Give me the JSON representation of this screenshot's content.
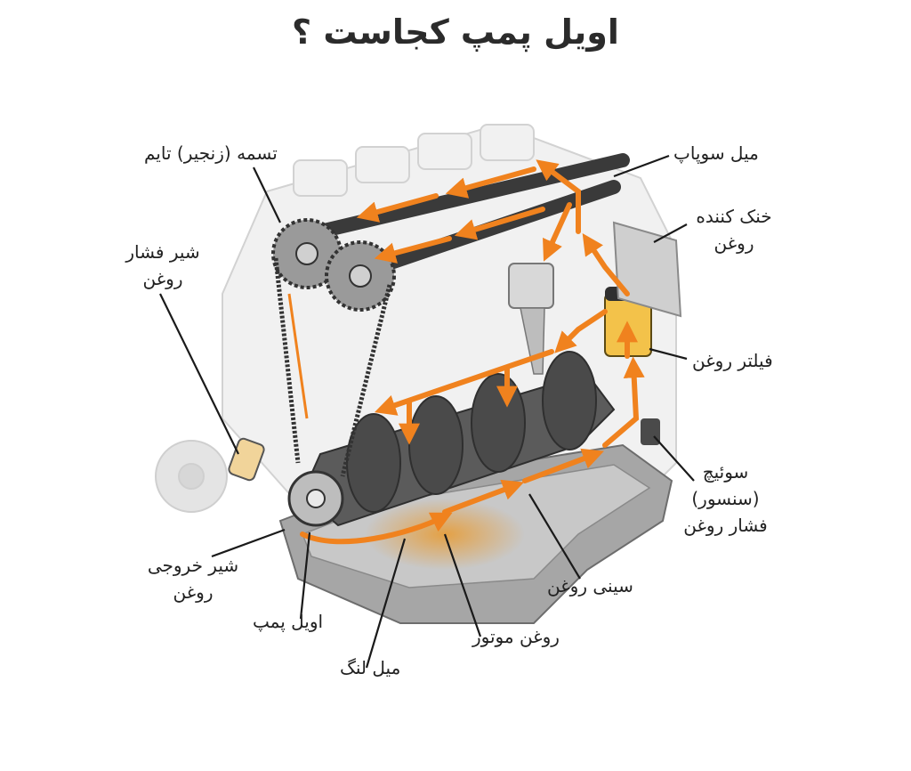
{
  "title": "اویل پمپ کجاست ؟",
  "labels": {
    "timing_belt": "تسمه (زنجیر) تایم",
    "camshaft": "میل سوپاپ",
    "oil_cooler_1": "خنک کننده",
    "oil_cooler_2": "روغن",
    "pressure_valve_1": "شیر فشار",
    "pressure_valve_2": "روغن",
    "oil_filter": "فیلتر روغن",
    "sensor_1": "سوئیچ",
    "sensor_2": "(سنسور)",
    "sensor_3": "فشار روغن",
    "outlet_valve_1": "شیر خروجی",
    "outlet_valve_2": "روغن",
    "oil_pan": "سینی روغن",
    "oil_pump": "اویل پمپ",
    "engine_oil": "روغن موتور",
    "crankshaft": "میل لنگ"
  },
  "colors": {
    "accent": "#f0821e",
    "title": "#2b2b2b",
    "label": "#222222",
    "leader": "#1a1a1a"
  }
}
